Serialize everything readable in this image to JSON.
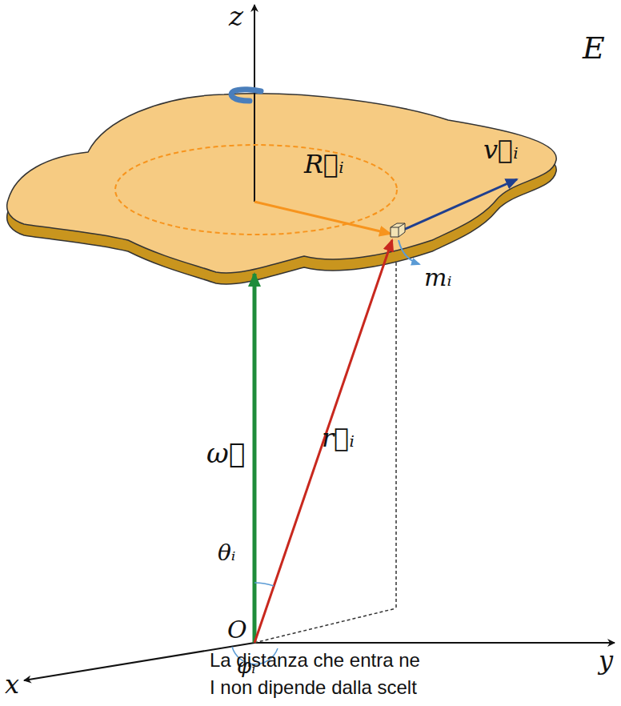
{
  "diagram": {
    "labels": [
      "z",
      "E",
      "R⃗ᵢ",
      "v⃗ᵢ",
      "mᵢ",
      "ω⃗",
      "r⃗ᵢ",
      "θᵢ",
      "O",
      "φᵢ",
      "y",
      "x",
      "La distanza che entra ne",
      "I non dipende dalla scelt"
    ]
  }
}
